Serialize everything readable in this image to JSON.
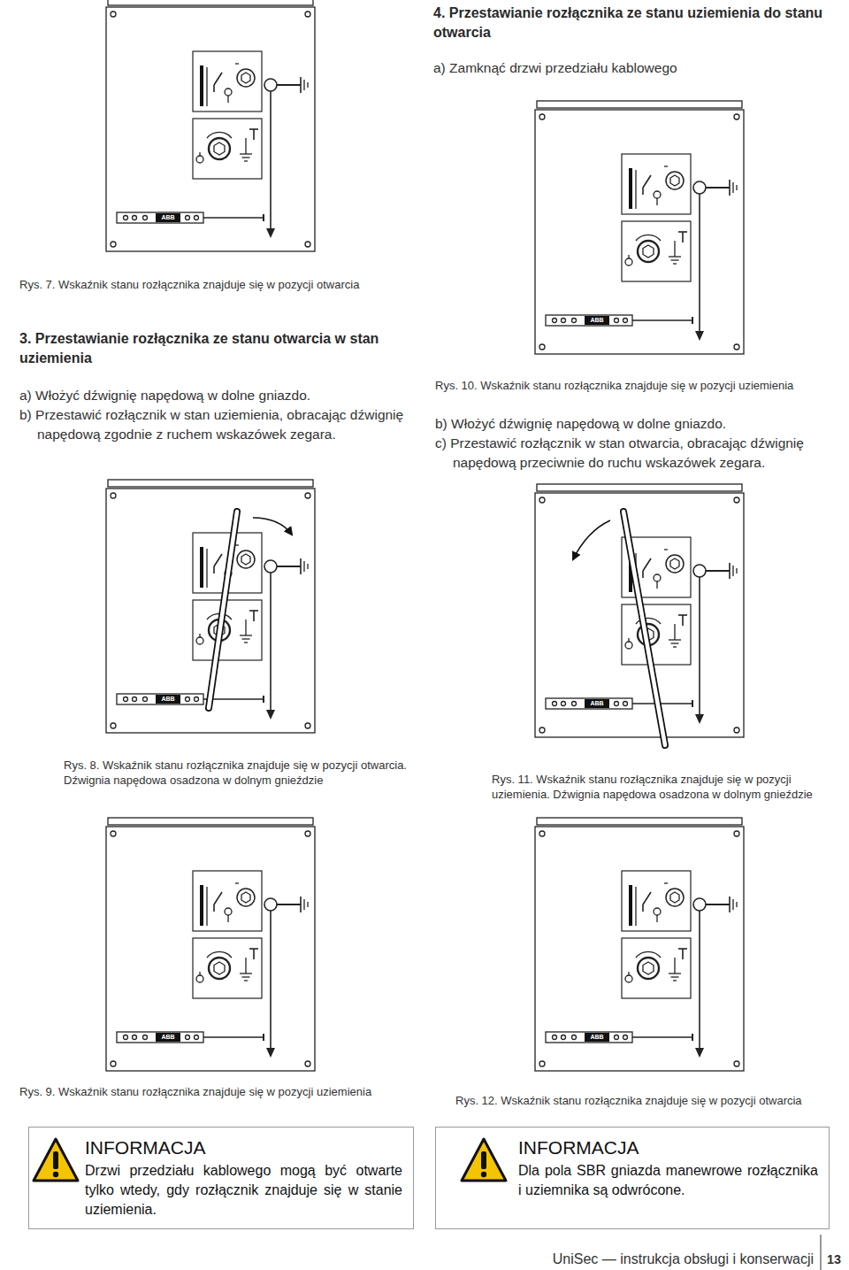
{
  "diagram": {
    "nodes": [
      {
        "text": [
          "INFORMACJA",
          "Drzwi przedziału kablowego mogą być otwarte tylko wtedy, gdy rozłącznik znajduje się w stanie uziemienia."
        ]
      },
      {
        "text": [
          "INFORMACJA",
          "Dla pola SBR gniazda manewrowe rozłącznika i uziemnika są odwrócone."
        ]
      }
    ],
    "labels": [
      "4. Przestawianie rozłącznika ze stanu uziemienia do stanu otwarcia",
      "a) Zamknąć drzwi przedziału kablowego",
      "Rys. 7. Wskaźnik stanu rozłącznika znajduje się w pozycji otwarcia",
      "3. Przestawianie rozłącznika ze stanu otwarcia w stan uziemienia",
      "a) Włożyć dźwignię napędową w dolne gniazdo.",
      "b) Przestawić rozłącznik w stan uziemienia, obracając dźwignię napędową zgodnie z ruchem wskazówek zegara.",
      "Rys. 10. Wskaźnik stanu rozłącznika znajduje się w pozycji uziemienia",
      "b) Włożyć dźwignię napędową w dolne gniazdo.",
      "c) Przestawić rozłącznik w stan otwarcia, obracając dźwignię napędową przeciwnie do ruchu wskazówek zegara.",
      "Rys. 8. Wskaźnik stanu rozłącznika znajduje się w pozycji otwarcia. Dźwignia napędowa osadzona w dolnym gnieździe",
      "Rys. 11. Wskaźnik stanu rozłącznika znajduje się w pozycji uziemienia. Dźwignia napędowa osadzona w dolnym gnieździe",
      "Rys. 9. Wskaźnik stanu rozłącznika znajduje się w pozycji uziemienia",
      "Rys. 12. Wskaźnik stanu rozłącznika znajduje się w pozycji otwarcia",
      "ABB",
      "ABB",
      "ABB",
      "ABB",
      "ABB",
      "ABB",
      "UniSec — instrukcja obsługi i konserwacji",
      "13"
    ]
  }
}
